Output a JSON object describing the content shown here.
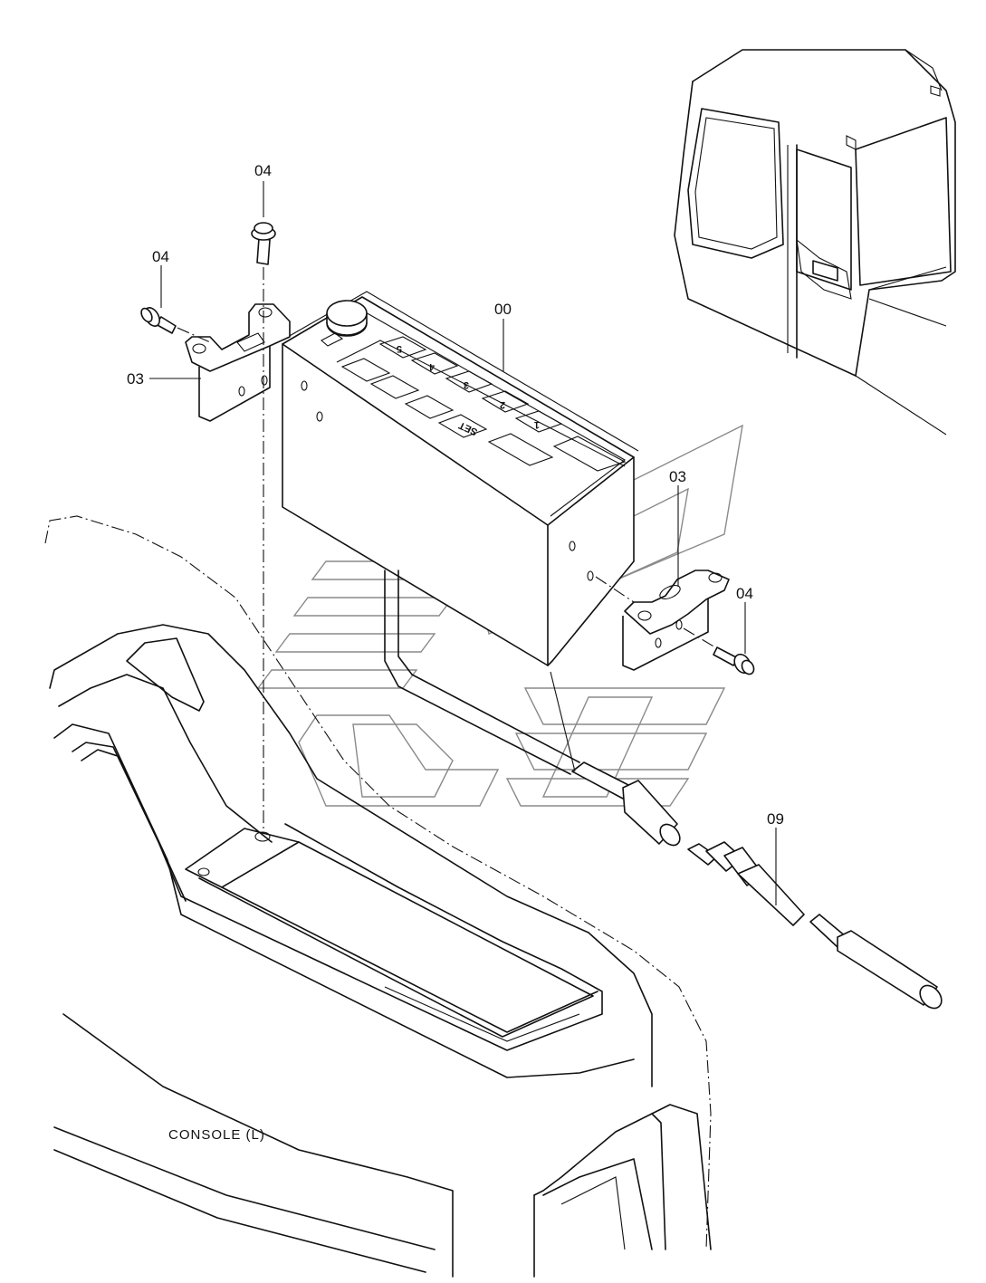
{
  "labels": {
    "monitor": "00",
    "bracket_left": "03",
    "bracket_right": "03",
    "bolt_top": "04",
    "bolt_left": "04",
    "bolt_right": "04",
    "cable": "09",
    "console": "CONSOLE (L)"
  },
  "keypad": {
    "keys": [
      "5",
      "4",
      "3",
      "2",
      "1"
    ],
    "set": "SET"
  }
}
